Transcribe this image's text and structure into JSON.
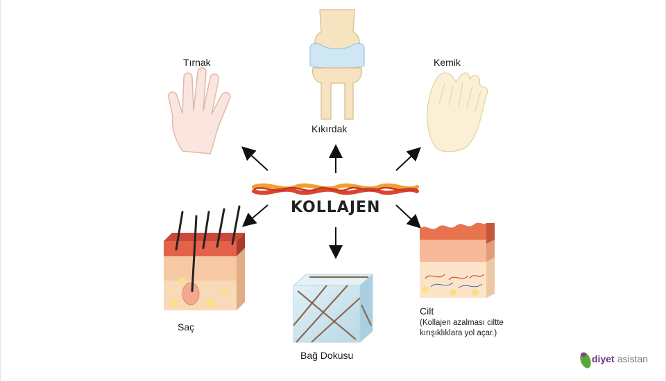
{
  "center": {
    "title": "KOLLAJEN"
  },
  "targets": [
    {
      "id": "tirnak",
      "label": "Tırnak",
      "icon": "hand-icon"
    },
    {
      "id": "kikirdak",
      "label": "Kıkırdak",
      "icon": "knee-joint-icon"
    },
    {
      "id": "kemik",
      "label": "Kemik",
      "icon": "foot-bones-icon"
    },
    {
      "id": "sac",
      "label": "Saç",
      "icon": "hair-follicle-icon"
    },
    {
      "id": "bag-dokusu",
      "label": "Bağ Dokusu",
      "icon": "connective-tissue-icon"
    },
    {
      "id": "cilt",
      "label": "Cilt",
      "icon": "skin-layers-icon",
      "note_lines": [
        "(Kollajen azalması ciltte",
        "kırışıklıklara yol açar.)"
      ]
    }
  ],
  "logo": {
    "word1": "diyet",
    "word2": "asistan",
    "icon": "leaf-logo-icon"
  },
  "colors": {
    "arrow": "#111111",
    "fiber_red": "#d9462e",
    "fiber_orange": "#f0a030",
    "skin": "#f3b48e",
    "cube": "#cfe6ef"
  }
}
